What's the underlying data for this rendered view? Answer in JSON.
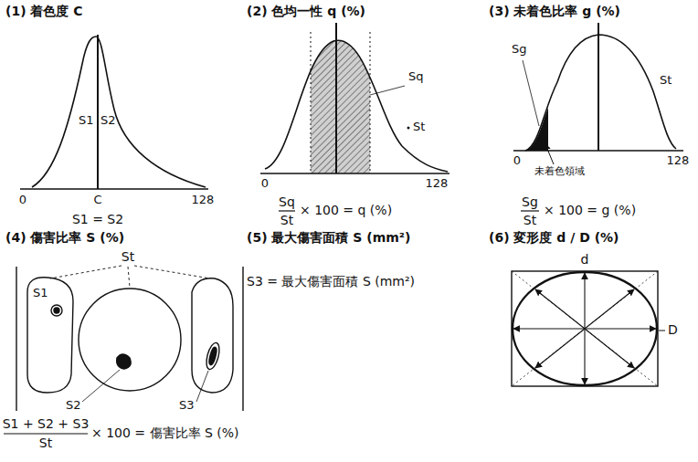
{
  "diagram": {
    "labels": [
      "(1) 着色度 C",
      "S1",
      "S2",
      "0",
      "C",
      "128",
      "S1 = S2",
      "(2) 色均一性 q (%)",
      "Sq",
      "St",
      "0",
      "128",
      "Sq",
      "St",
      "× 100 = q (%)",
      "(3) 未着色比率 g (%)",
      "Sg",
      "St",
      "0",
      "128",
      "未着色領域",
      "Sg",
      "St",
      "× 100 = g (%)",
      "(4) 傷害比率 S (%)",
      "St",
      "S1",
      "S2",
      "S3",
      "S1 + S2 + S3",
      "St",
      "× 100 = 傷害比率 S (%)",
      "(5) 最大傷害面積 S (mm²)",
      "S3 = 最大傷害面積 S (mm²)",
      "(6) 変形度 d / D (%)",
      "d",
      "D"
    ]
  }
}
